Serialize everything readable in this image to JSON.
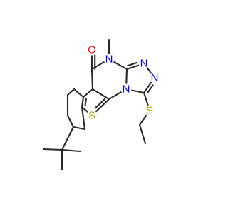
{
  "molecule": {
    "atoms": [
      {
        "id": "O",
        "label": "O",
        "color": "#ff0000"
      },
      {
        "id": "N4",
        "label": "N",
        "color": "#0000ff"
      },
      {
        "id": "Nt1",
        "label": "N",
        "color": "#0000ff"
      },
      {
        "id": "Nt2",
        "label": "N",
        "color": "#0000ff"
      },
      {
        "id": "Nf",
        "label": "N",
        "color": "#0000ff"
      },
      {
        "id": "S1",
        "label": "S",
        "color": "#b3a100"
      },
      {
        "id": "S2",
        "label": "S",
        "color": "#b3a100"
      }
    ],
    "bond_color": "#2a2a2a",
    "background": "#ffffff"
  }
}
